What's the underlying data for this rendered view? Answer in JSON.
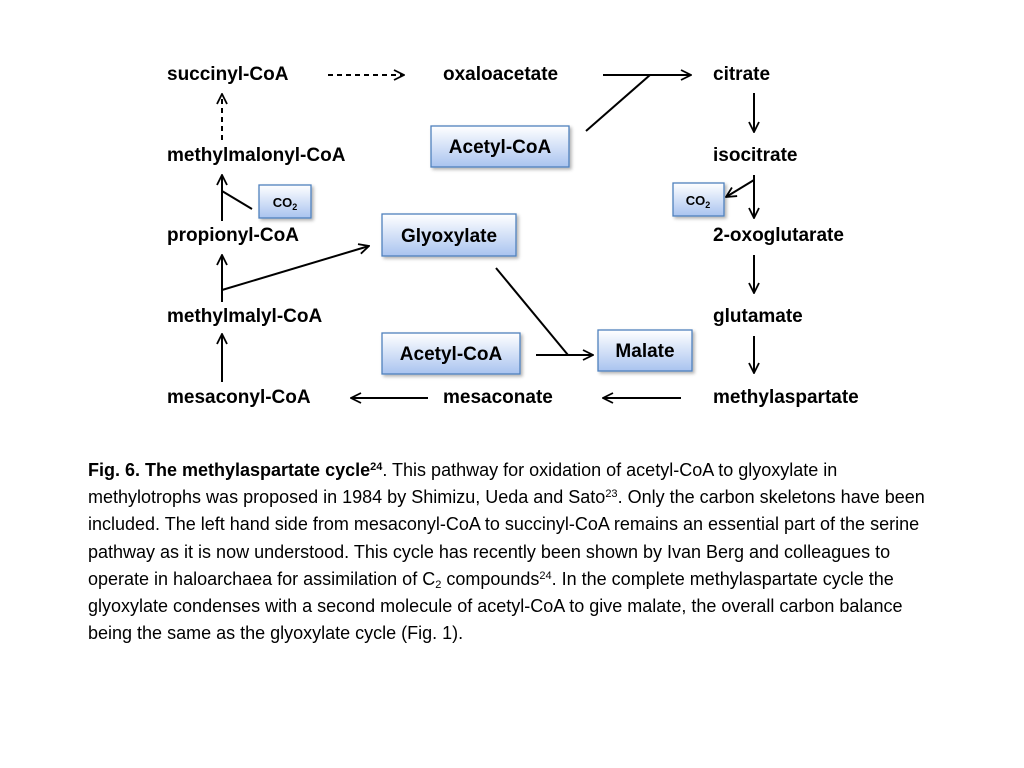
{
  "diagram": {
    "nodes": {
      "succinyl_coa": "succinyl-CoA",
      "oxaloacetate": "oxaloacetate",
      "citrate": "citrate",
      "methylmalonyl_coa": "methylmalonyl-CoA",
      "isocitrate": "isocitrate",
      "propionyl_coa": "propionyl-CoA",
      "oxoglutarate": "2-oxoglutarate",
      "methylmalyl_coa": "methylmalyl-CoA",
      "glutamate": "glutamate",
      "mesaconyl_coa": "mesaconyl-CoA",
      "mesaconate": "mesaconate",
      "methylaspartate": "methylaspartate"
    },
    "boxes": {
      "acetyl_coa_top": "Acetyl-CoA",
      "glyoxylate": "Glyoxylate",
      "acetyl_coa_bottom": "Acetyl-CoA",
      "malate": "Malate",
      "co2_left_main": "CO",
      "co2_left_sub": "2",
      "co2_right_main": "CO",
      "co2_right_sub": "2"
    }
  },
  "caption": {
    "title": "Fig. 6. The methylaspartate cycle",
    "title_ref": "24",
    "text1": ". This pathway for oxidation of acetyl-CoA to glyoxylate in methylotrophs was proposed in 1984 by Shimizu, Ueda and Sato",
    "ref1": "23",
    "text2": ". Only the carbon skeletons have been included. The left hand side from mesaconyl-CoA to succinyl-CoA remains an essential part of the serine pathway as it is now understood. This cycle has recently been shown by Ivan Berg and colleagues to operate in haloarchaea for assimilation of C",
    "sub1": "2",
    "text3": " compounds",
    "ref2": "24",
    "text4": ". In the complete methylaspartate cycle the glyoxylate condenses with a second molecule of acetyl-CoA to give malate, the overall carbon balance being the same as the glyoxylate cycle (Fig. 1)."
  },
  "colors": {
    "box_fill_top": "#ffffff",
    "box_fill_bottom": "#a9c3ef",
    "box_border": "#4f81bd"
  }
}
